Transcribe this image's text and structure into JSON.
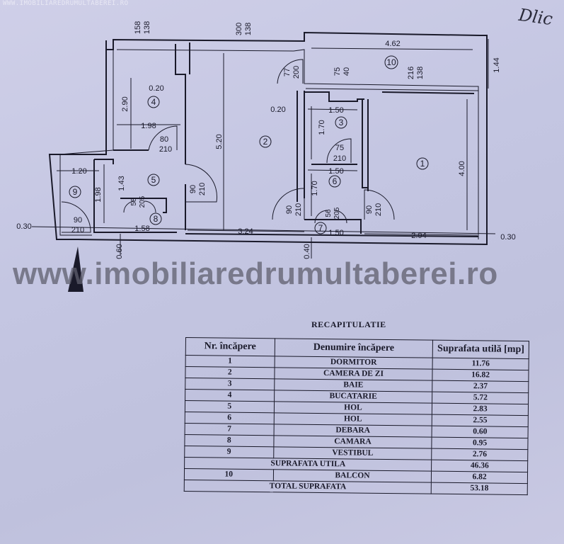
{
  "watermark_top": "WWW.IMOBILIAREDRUMULTABEREI.RO",
  "watermark": "www.imobiliaredrumultaberei.ro",
  "handwritten_note": "Dlic",
  "rooms": {
    "r1": "1",
    "r2": "2",
    "r3": "3",
    "r4": "4",
    "r5": "5",
    "r6": "6",
    "r7": "7",
    "r8": "8",
    "r9": "9",
    "r10": "10"
  },
  "dimensions": {
    "d158": "158",
    "d138a": "138",
    "d300": "300",
    "d138b": "138",
    "d462": "4.62",
    "d144": "1.44",
    "d77": "77",
    "d200": "200",
    "d75a": "75",
    "d40": "40",
    "d216": "216",
    "d138c": "138",
    "d020a": "0.20",
    "d290": "2.90",
    "d020b": "0.20",
    "d150a": "1.50",
    "d198a": "1.98",
    "d520": "5.20",
    "d170a": "1.70",
    "d80": "80",
    "d210a": "210",
    "d75b": "75",
    "d210b": "210",
    "d400": "4.00",
    "d120": "1.20",
    "d150b": "1.50",
    "d143": "1.43",
    "d198b": "1.98",
    "d90a": "90",
    "d210c": "210",
    "d170b": "1.70",
    "d58": "58",
    "d205": "205",
    "d90b": "90",
    "d210d": "210",
    "d90c": "90",
    "d210e": "210",
    "d030a": "0.30",
    "d90d": "90",
    "d210f": "210",
    "d158b": "1.58",
    "d324": "3.24",
    "d150c": "1.50",
    "d294": "2.94",
    "d030b": "0.30",
    "d060": "0.60",
    "d040": "0.40",
    "d56": "56",
    "d205b": "205"
  },
  "recap": {
    "title": "RECAPITULATIE",
    "headers": {
      "nr": "Nr. încăpere",
      "name": "Denumire încăpere",
      "area": "Suprafata utilă [mp]"
    },
    "rows": [
      {
        "nr": "1",
        "name": "DORMITOR",
        "area": "11.76"
      },
      {
        "nr": "2",
        "name": "CAMERA DE ZI",
        "area": "16.82"
      },
      {
        "nr": "3",
        "name": "BAIE",
        "area": "2.37"
      },
      {
        "nr": "4",
        "name": "BUCATARIE",
        "area": "5.72"
      },
      {
        "nr": "5",
        "name": "HOL",
        "area": "2.83"
      },
      {
        "nr": "6",
        "name": "HOL",
        "area": "2.55"
      },
      {
        "nr": "7",
        "name": "DEBARA",
        "area": "0.60"
      },
      {
        "nr": "8",
        "name": "CAMARA",
        "area": "0.95"
      },
      {
        "nr": "9",
        "name": "VESTIBUL",
        "area": "2.76"
      }
    ],
    "utila_label": "SUPRAFATA UTILA",
    "utila_value": "46.36",
    "balcon": {
      "nr": "10",
      "name": "BALCON",
      "area": "6.82"
    },
    "total_label": "TOTAL SUPRAFATA",
    "total_value": "53.18"
  }
}
